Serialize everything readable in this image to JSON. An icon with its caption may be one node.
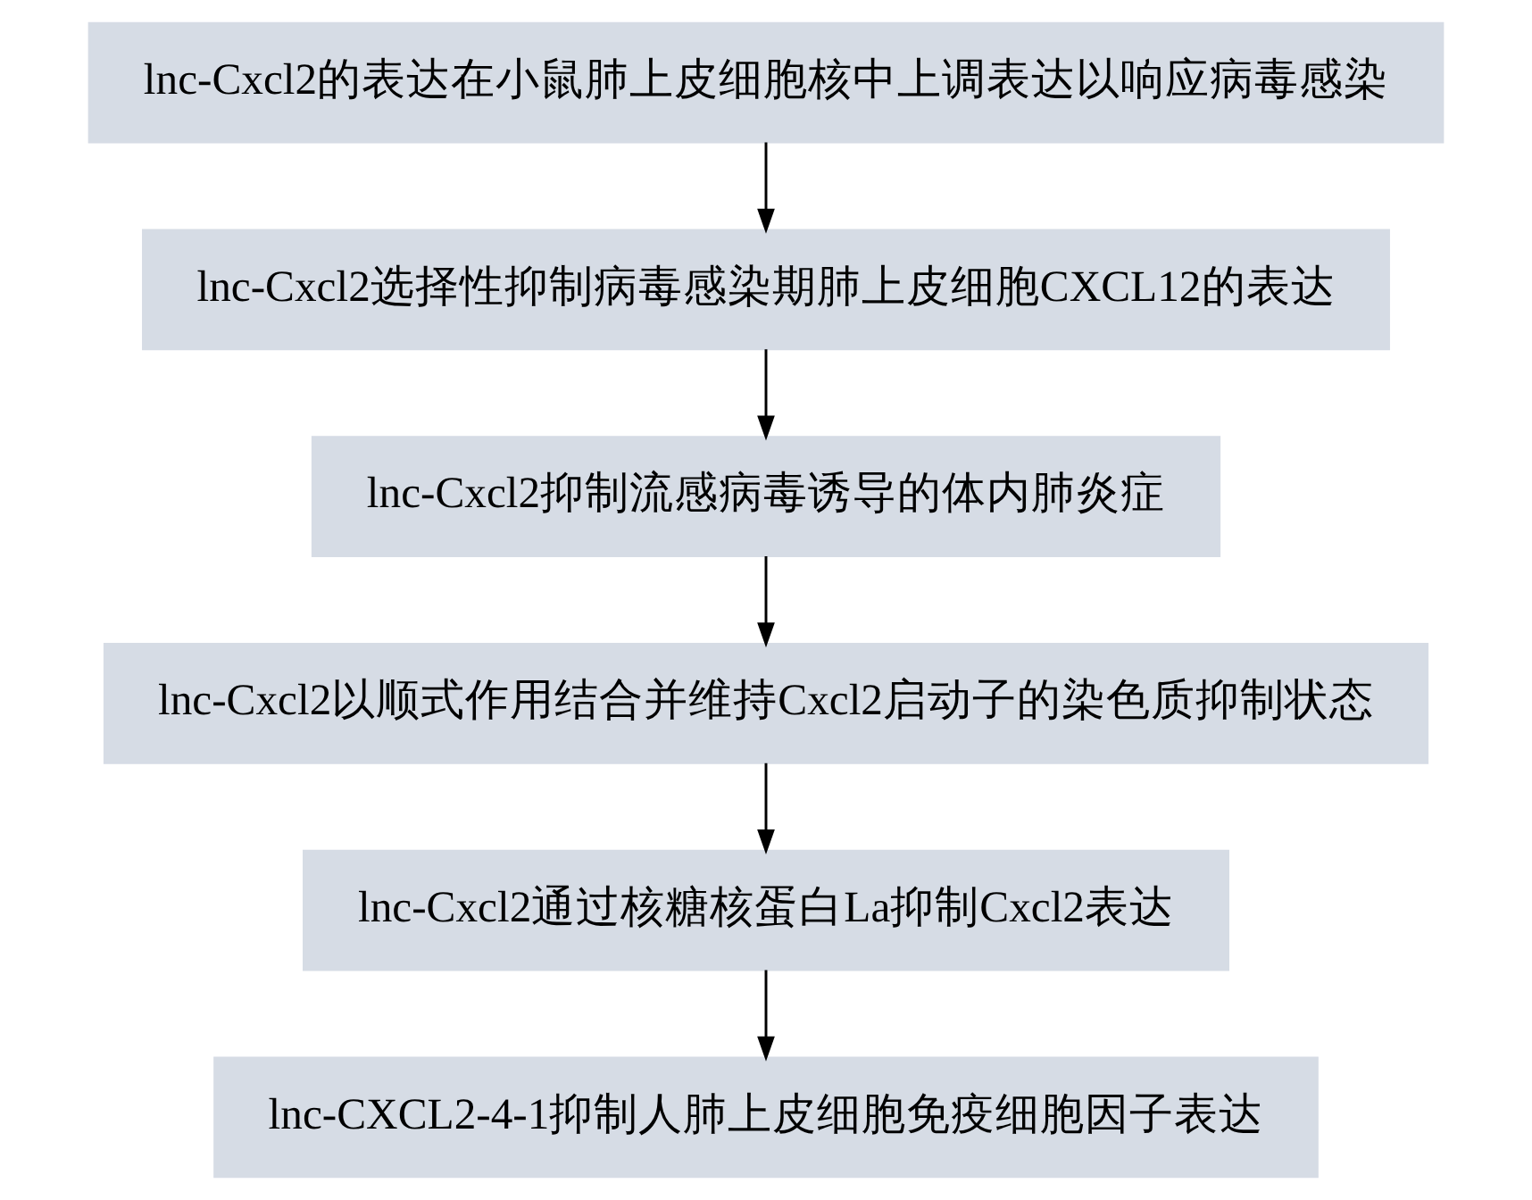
{
  "diagram": {
    "nodes": [
      {
        "text": [
          "lnc-Cxcl2的表达在小鼠肺上皮细胞核中上调表达以响应病毒感染"
        ]
      },
      {
        "text": [
          "lnc-Cxcl2选择性抑制病毒感染期肺上皮细胞CXCL12的表达"
        ]
      },
      {
        "text": [
          "lnc-Cxcl2抑制流感病毒诱导的体内肺炎症"
        ]
      },
      {
        "text": [
          "lnc-Cxcl2以顺式作用结合并维持Cxcl2启动子的染色质抑制状态"
        ]
      },
      {
        "text": [
          "lnc-Cxcl2通过核糖核蛋白La抑制Cxcl2表达"
        ]
      },
      {
        "text": [
          "lnc-CXCL2-4-1抑制人肺上皮细胞免疫细胞因子表达"
        ]
      }
    ],
    "edges": [
      {
        "from": 0,
        "to": 1,
        "arrow": "to"
      },
      {
        "from": 1,
        "to": 2,
        "arrow": "to"
      },
      {
        "from": 2,
        "to": 3,
        "arrow": "to"
      },
      {
        "from": 3,
        "to": 4,
        "arrow": "to"
      },
      {
        "from": 4,
        "to": 5,
        "arrow": "to"
      }
    ]
  }
}
